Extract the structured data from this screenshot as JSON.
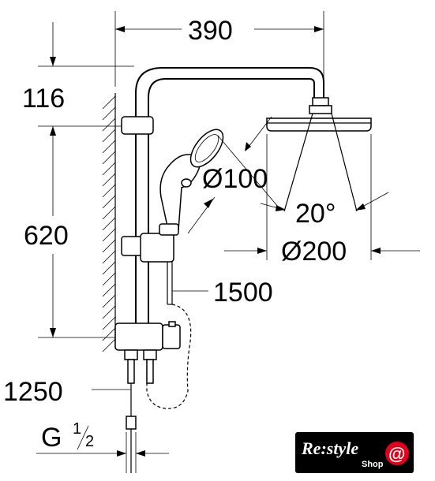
{
  "dimensions": {
    "overall_width": "390",
    "arm_drop": "116",
    "rail_height": "620",
    "hand_shower_diameter": "Ø100",
    "spray_angle": "20°",
    "head_diameter": "Ø200",
    "hose_length": "1500",
    "inlet_height": "1250",
    "thread_main": "G",
    "thread_num": "1",
    "thread_den": "2"
  },
  "logo": {
    "main": "Re:style",
    "sub": "Shop"
  },
  "colors": {
    "line": "#000000",
    "logo_bg": "#000000",
    "logo_accent": "#e3001b"
  }
}
